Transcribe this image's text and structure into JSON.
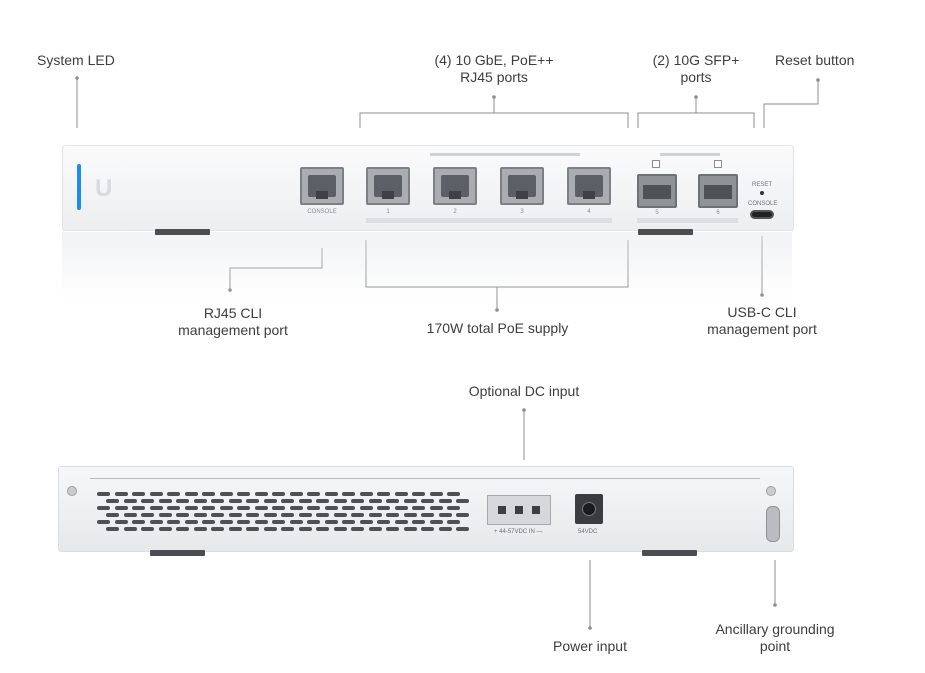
{
  "labels": {
    "system_led": "System LED",
    "rj45_ports_1": "(4) 10 GbE, PoE++",
    "rj45_ports_2": "RJ45 ports",
    "sfp_ports_1": "(2) 10G SFP+",
    "sfp_ports_2": "ports",
    "reset_button": "Reset button",
    "rj45_cli_1": "RJ45 CLI",
    "rj45_cli_2": "management port",
    "poe_supply": "170W total PoE supply",
    "usbc_cli_1": "USB-C CLI",
    "usbc_cli_2": "management port",
    "dc_input": "Optional DC input",
    "power_input": "Power input",
    "grounding_1": "Ancillary grounding",
    "grounding_2": "point"
  },
  "device_text": {
    "console": "CONSOLE",
    "port_1": "1",
    "port_2": "2",
    "port_3": "3",
    "port_4": "4",
    "sfp_5": "5",
    "sfp_6": "6",
    "reset": "RESET",
    "usb_console": "CONSOLE",
    "dc_in": "+ 44-57VDC IN —",
    "vdc": "54VDC"
  },
  "colors": {
    "led": "#1d8cf0",
    "line": "#8a8d92"
  }
}
